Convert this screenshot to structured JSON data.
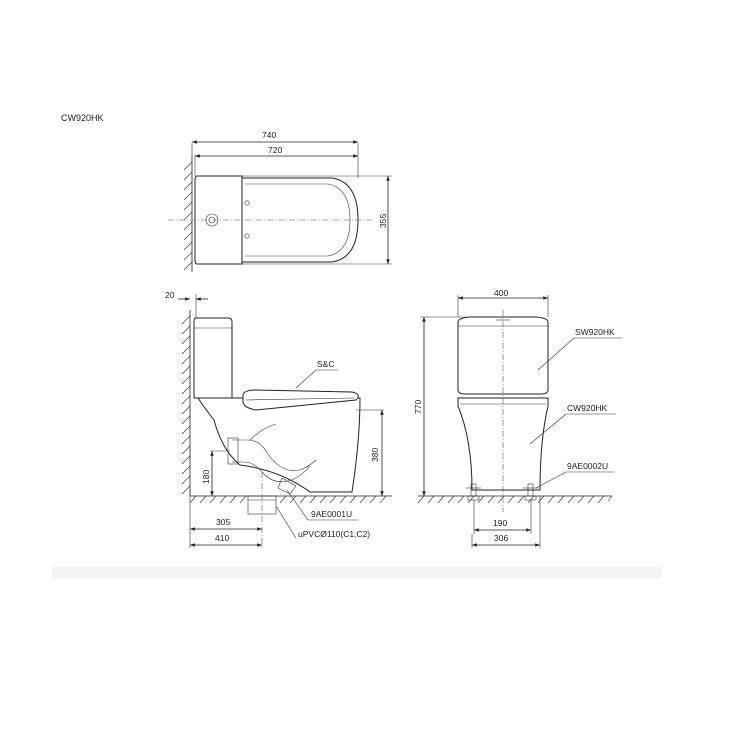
{
  "model_label": "CW920HK",
  "top_view": {
    "dim_overall_width": "740",
    "dim_bowl_width": "720",
    "dim_depth": "355"
  },
  "side_view": {
    "dim_wall_gap": "20",
    "dim_seat_height": "380",
    "dim_outlet_height": "180",
    "dim_rough_in": "305",
    "dim_total_depth": "410",
    "label_seat": "S&C",
    "label_fitting": "9AE0001U",
    "label_pipe": "uPVCØ110(C1,C2)"
  },
  "front_view": {
    "dim_tank_width": "400",
    "dim_total_height": "770",
    "dim_bolt_spacing": "190",
    "dim_base_width": "306",
    "label_tank": "SW920HK",
    "label_bowl": "CW920HK",
    "label_bolt_kit": "9AE0002U"
  }
}
